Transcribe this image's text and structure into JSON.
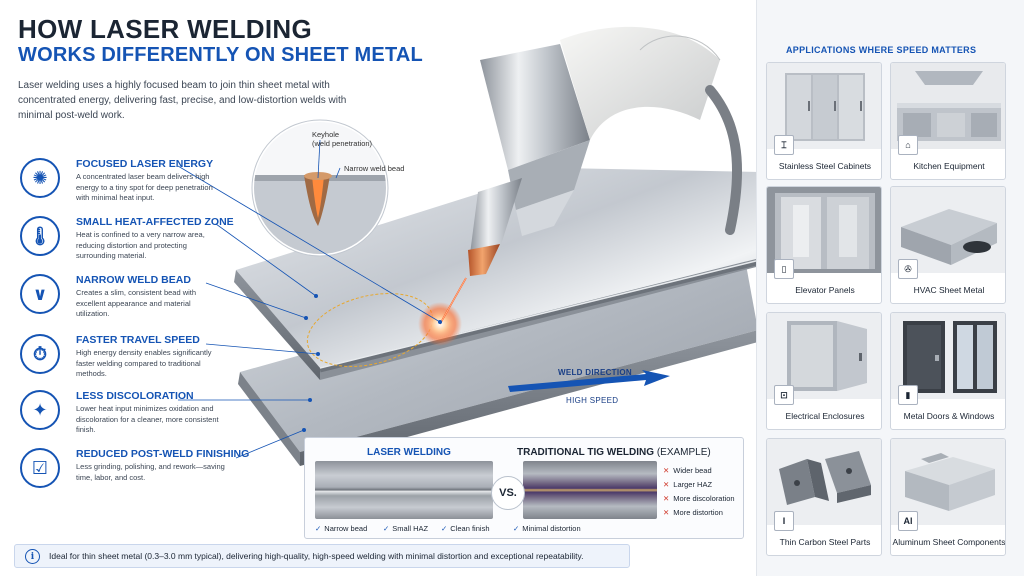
{
  "header": {
    "title_line1": "HOW LASER WELDING",
    "title_line2": "WORKS DIFFERENTLY ON SHEET METAL",
    "intro": "Laser welding uses a highly focused beam to join thin sheet metal with concentrated energy, delivering fast, precise, and low-distortion welds with minimal post-weld work."
  },
  "features": [
    {
      "icon": "starburst-icon",
      "glyph": "✺",
      "title": "FOCUSED LASER ENERGY",
      "desc": "A concentrated laser beam delivers high energy to a tiny spot for deep penetration with minimal heat input."
    },
    {
      "icon": "thermometer-icon",
      "glyph": "🌡",
      "title": "SMALL HEAT-AFFECTED ZONE",
      "desc": "Heat is confined to a very narrow area, reducing distortion and protecting surrounding material."
    },
    {
      "icon": "narrow-bead-icon",
      "glyph": "∨",
      "title": "NARROW WELD BEAD",
      "desc": "Creates a slim, consistent bead with excellent appearance and material utilization."
    },
    {
      "icon": "stopwatch-icon",
      "glyph": "⏱",
      "title": "FASTER TRAVEL SPEED",
      "desc": "High energy density enables significantly faster welding compared to traditional methods."
    },
    {
      "icon": "sparkle-icon",
      "glyph": "✦",
      "title": "LESS DISCOLORATION",
      "desc": "Lower heat input minimizes oxidation and discoloration for a cleaner, more consistent finish."
    },
    {
      "icon": "checklist-icon",
      "glyph": "☑",
      "title": "REDUCED POST-WELD FINISHING",
      "desc": "Less grinding, polishing, and rework—saving time, labor, and cost."
    }
  ],
  "inset": {
    "keyhole_label": "Keyhole",
    "keyhole_sub": "(weld penetration)",
    "bead_label": "Narrow weld bead"
  },
  "weld_direction": {
    "label": "WELD DIRECTION",
    "sub": "HIGH SPEED"
  },
  "comparison": {
    "laser_title": "LASER WELDING",
    "vs": "VS.",
    "tig_title": "TRADITIONAL TIG WELDING",
    "tig_suffix": "(EXAMPLE)",
    "laser_checks": [
      "Narrow bead",
      "Small HAZ",
      "Clean finish",
      "Minimal distortion"
    ],
    "tig_cons": [
      "Wider bead",
      "Larger HAZ",
      "More discoloration",
      "More distortion"
    ],
    "check_glyph": "✓",
    "cross_glyph": "✕"
  },
  "note": {
    "glyph": "i",
    "text": "Ideal for thin sheet metal (0.3–3.0 mm typical), delivering high-quality, high-speed welding with minimal distortion and exceptional repeatability."
  },
  "applications": {
    "title": "APPLICATIONS WHERE SPEED MATTERS",
    "items": [
      {
        "label": "Stainless Steel Cabinets",
        "icon": "cabinet-icon",
        "glyph": "⌶"
      },
      {
        "label": "Kitchen Equipment",
        "icon": "range-hood-icon",
        "glyph": "⌂"
      },
      {
        "label": "Elevator Panels",
        "icon": "elevator-icon",
        "glyph": "▯"
      },
      {
        "label": "HVAC Sheet Metal",
        "icon": "fan-icon",
        "glyph": "✇"
      },
      {
        "label": "Electrical Enclosures",
        "icon": "enclosure-icon",
        "glyph": "⊡"
      },
      {
        "label": "Metal Doors & Windows",
        "icon": "door-icon",
        "glyph": "▮"
      },
      {
        "label": "Thin Carbon Steel Parts",
        "icon": "i-beam-icon",
        "glyph": "I"
      },
      {
        "label": "Aluminum Sheet Components",
        "icon": "aluminum-icon",
        "glyph": "Al"
      }
    ]
  },
  "colors": {
    "accent": "#1554b4",
    "heading": "#1b2533",
    "laser": "#ff6a2a",
    "cross": "#d03a2c"
  }
}
